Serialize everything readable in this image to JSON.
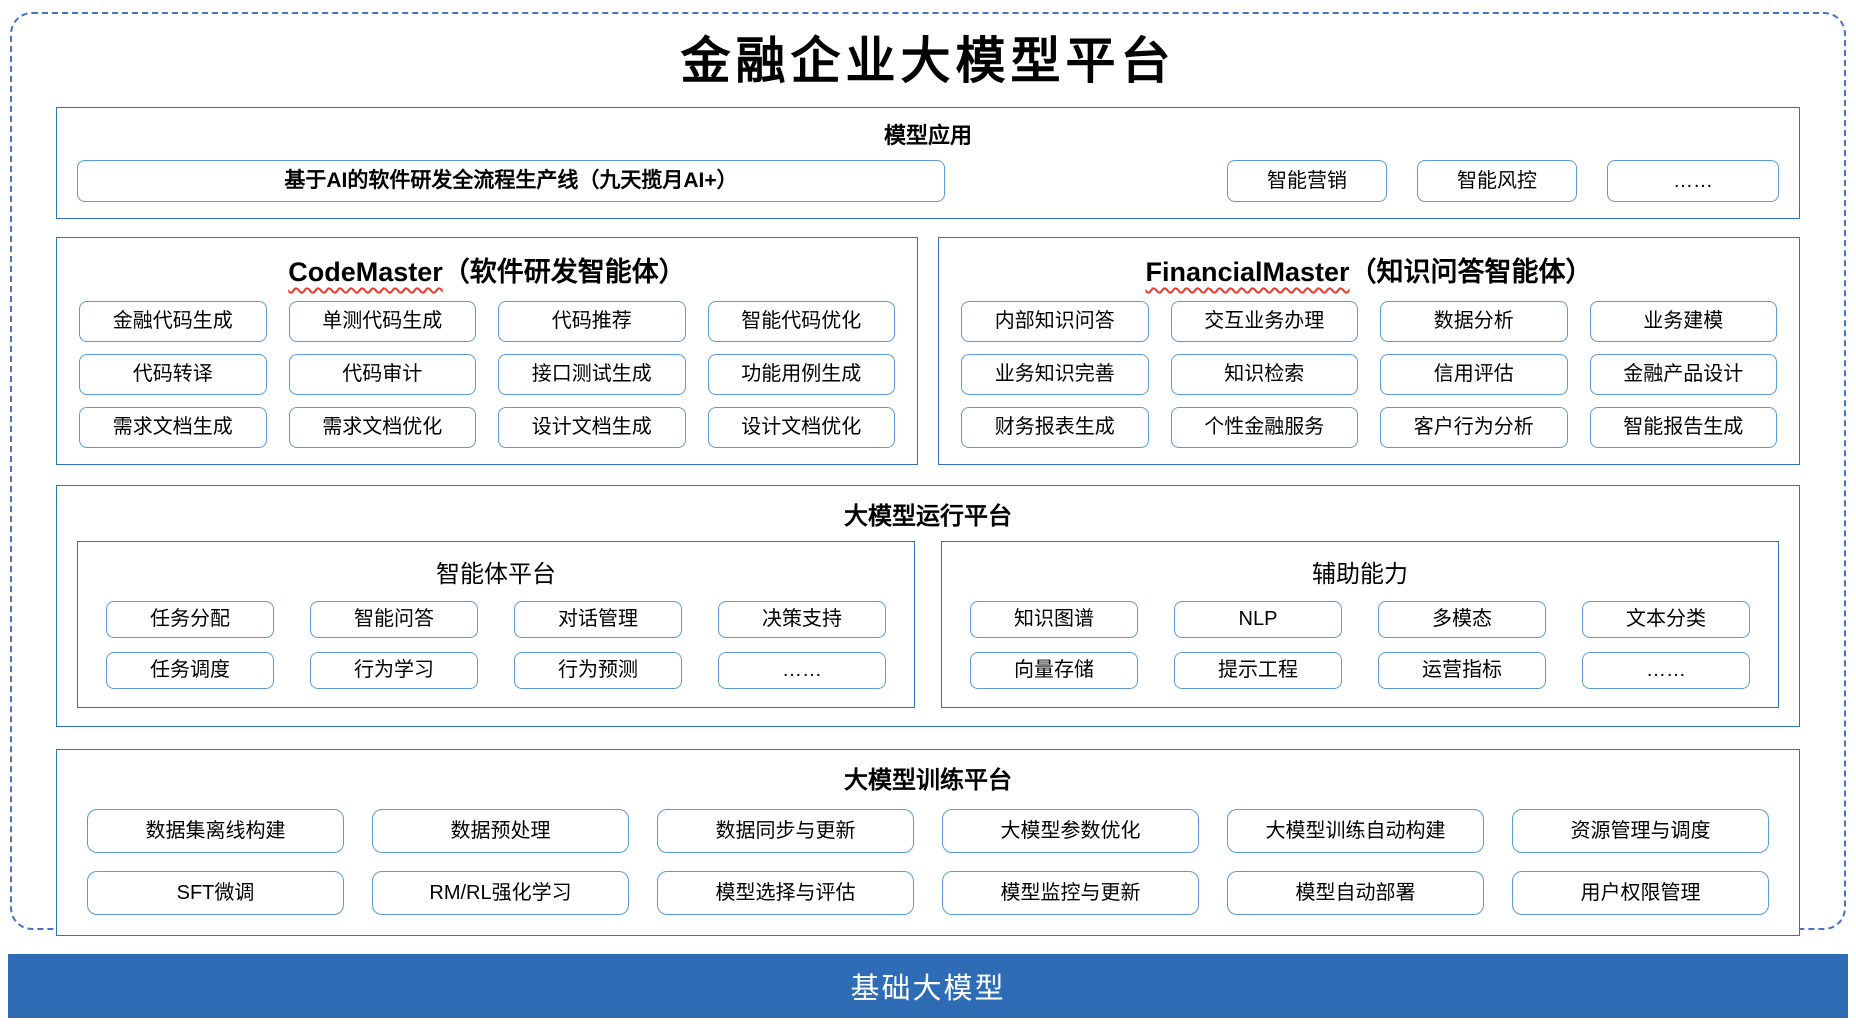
{
  "title": "金融企业大模型平台",
  "colors": {
    "section_border": "#2E75B6",
    "chip_border": "#5B9BD5",
    "frame_dashed_border": "#4673C8",
    "base_bar_background": "#2E6DB5",
    "base_bar_text": "#FFFFFF",
    "misspell_underline": "#ED3A2D"
  },
  "model_app": {
    "header": "模型应用",
    "production_line": "基于AI的软件研发全流程生产线（九天揽月AI+）",
    "apps": [
      "智能营销",
      "智能风控",
      "……"
    ]
  },
  "agents": {
    "codemaster": {
      "name": "CodeMaster",
      "subtitle": "（软件研发智能体）",
      "capabilities": [
        "金融代码生成",
        "单测代码生成",
        "代码推荐",
        "智能代码优化",
        "代码转译",
        "代码审计",
        "接口测试生成",
        "功能用例生成",
        "需求文档生成",
        "需求文档优化",
        "设计文档生成",
        "设计文档优化"
      ]
    },
    "financialmaster": {
      "name": "FinancialMaster",
      "subtitle": "（知识问答智能体）",
      "capabilities": [
        "内部知识问答",
        "交互业务办理",
        "数据分析",
        "业务建模",
        "业务知识完善",
        "知识检索",
        "信用评估",
        "金融产品设计",
        "财务报表生成",
        "个性金融服务",
        "客户行为分析",
        "智能报告生成"
      ]
    }
  },
  "runtime_platform": {
    "header": "大模型运行平台",
    "agent_platform": {
      "header": "智能体平台",
      "items": [
        "任务分配",
        "智能问答",
        "对话管理",
        "决策支持",
        "任务调度",
        "行为学习",
        "行为预测",
        "……"
      ]
    },
    "auxiliary": {
      "header": "辅助能力",
      "items": [
        "知识图谱",
        "NLP",
        "多模态",
        "文本分类",
        "向量存储",
        "提示工程",
        "运营指标",
        "……"
      ]
    }
  },
  "training_platform": {
    "header": "大模型训练平台",
    "items": [
      "数据集离线构建",
      "数据预处理",
      "数据同步与更新",
      "大模型参数优化",
      "大模型训练自动构建",
      "资源管理与调度",
      "SFT微调",
      "RM/RL强化学习",
      "模型选择与评估",
      "模型监控与更新",
      "模型自动部署",
      "用户权限管理"
    ]
  },
  "base_model": {
    "label": "基础大模型"
  }
}
